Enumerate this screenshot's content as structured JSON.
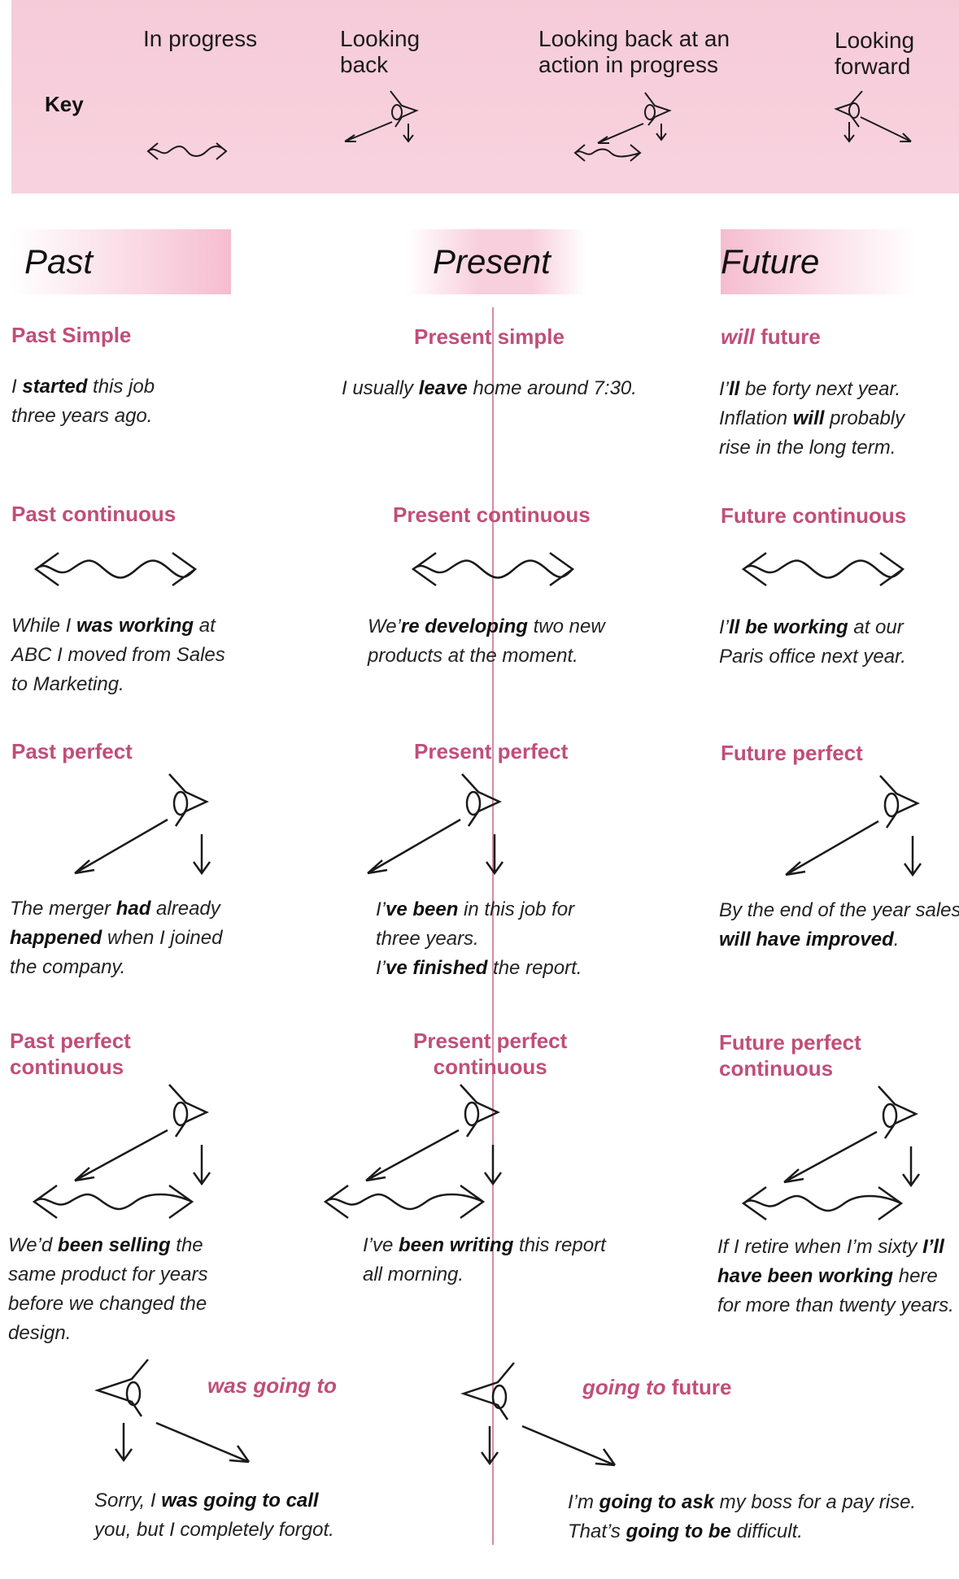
{
  "key": {
    "title": "Key",
    "in_progress": "In progress",
    "looking_back": [
      "Looking",
      "back"
    ],
    "looking_back_action": [
      "Looking back at an",
      "action in progress"
    ],
    "looking_forward": [
      "Looking",
      "forward"
    ]
  },
  "columns": {
    "past": "Past",
    "present": "Present",
    "future": "Future"
  },
  "tenses": {
    "past_simple": {
      "heading": "Past Simple",
      "lines": [
        [
          {
            "t": "I "
          },
          {
            "t": "started",
            "b": true
          },
          {
            "t": " this job"
          }
        ],
        [
          {
            "t": "three years ago."
          }
        ]
      ]
    },
    "present_simple": {
      "heading": "Present simple",
      "lines": [
        [
          {
            "t": "I usually "
          },
          {
            "t": "leave",
            "b": true
          },
          {
            "t": " home around 7:30."
          }
        ]
      ]
    },
    "will_future": {
      "heading_em": "will",
      "heading_rest": " future",
      "lines": [
        [
          {
            "t": "I’"
          },
          {
            "t": "ll",
            "b": true
          },
          {
            "t": " be forty next year."
          }
        ],
        [
          {
            "t": "Inflation "
          },
          {
            "t": "will",
            "b": true
          },
          {
            "t": " probably"
          }
        ],
        [
          {
            "t": "rise in the long term."
          }
        ]
      ]
    },
    "past_continuous": {
      "heading": "Past continuous",
      "lines": [
        [
          {
            "t": "While I "
          },
          {
            "t": "was working",
            "b": true
          },
          {
            "t": " at"
          }
        ],
        [
          {
            "t": "ABC I moved from Sales"
          }
        ],
        [
          {
            "t": "to Marketing."
          }
        ]
      ]
    },
    "present_continuous": {
      "heading": "Present continuous",
      "lines": [
        [
          {
            "t": "We’"
          },
          {
            "t": "re developing",
            "b": true
          },
          {
            "t": " two new"
          }
        ],
        [
          {
            "t": "products at the moment."
          }
        ]
      ]
    },
    "future_continuous": {
      "heading": "Future continuous",
      "lines": [
        [
          {
            "t": "I’"
          },
          {
            "t": "ll be working",
            "b": true
          },
          {
            "t": " at our"
          }
        ],
        [
          {
            "t": "Paris office next year."
          }
        ]
      ]
    },
    "past_perfect": {
      "heading": "Past perfect",
      "lines": [
        [
          {
            "t": "The merger "
          },
          {
            "t": "had",
            "b": true
          },
          {
            "t": " already"
          }
        ],
        [
          {
            "t": "happened",
            "b": true
          },
          {
            "t": " when I joined"
          }
        ],
        [
          {
            "t": "the company."
          }
        ]
      ]
    },
    "present_perfect": {
      "heading": "Present perfect",
      "lines": [
        [
          {
            "t": "I’"
          },
          {
            "t": "ve been",
            "b": true
          },
          {
            "t": " in this job for"
          }
        ],
        [
          {
            "t": "three years."
          }
        ],
        [
          {
            "t": "I’"
          },
          {
            "t": "ve finished",
            "b": true
          },
          {
            "t": " the report."
          }
        ]
      ]
    },
    "future_perfect": {
      "heading": "Future perfect",
      "lines": [
        [
          {
            "t": "By the end of the year sales"
          }
        ],
        [
          {
            "t": "will have improved",
            "b": true
          },
          {
            "t": "."
          }
        ]
      ]
    },
    "past_perfect_continuous": {
      "heading_lines": [
        "Past perfect",
        "continuous"
      ],
      "lines": [
        [
          {
            "t": "We’d "
          },
          {
            "t": "been selling",
            "b": true
          },
          {
            "t": " the"
          }
        ],
        [
          {
            "t": "same product for years"
          }
        ],
        [
          {
            "t": "before we changed the"
          }
        ],
        [
          {
            "t": "design."
          }
        ]
      ]
    },
    "present_perfect_continuous": {
      "heading_lines": [
        "Present perfect",
        "continuous"
      ],
      "lines": [
        [
          {
            "t": "I’ve "
          },
          {
            "t": "been writing",
            "b": true
          },
          {
            "t": " this report"
          }
        ],
        [
          {
            "t": "all morning."
          }
        ]
      ]
    },
    "future_perfect_continuous": {
      "heading_lines": [
        "Future perfect",
        "continuous"
      ],
      "lines": [
        [
          {
            "t": "If I retire when I’m sixty "
          },
          {
            "t": "I’ll",
            "b": true
          }
        ],
        [
          {
            "t": "have been working",
            "b": true
          },
          {
            "t": " here"
          }
        ],
        [
          {
            "t": "for more than twenty years."
          }
        ]
      ]
    },
    "was_going_to": {
      "heading": "was going to",
      "lines": [
        [
          {
            "t": "Sorry, I "
          },
          {
            "t": "was going to call",
            "b": true
          }
        ],
        [
          {
            "t": "you, but I completely forgot."
          }
        ]
      ]
    },
    "going_to_future": {
      "heading_em": "going to",
      "heading_rest": " future",
      "lines": [
        [
          {
            "t": "I’m "
          },
          {
            "t": "going to ask",
            "b": true
          },
          {
            "t": " my boss for a pay rise."
          }
        ],
        [
          {
            "t": "That’s "
          },
          {
            "t": "going to be",
            "b": true
          },
          {
            "t": " difficult."
          }
        ]
      ]
    }
  },
  "icons": {
    "wavy": "wavy-double-arrow-icon",
    "eye": "eye-icon",
    "arrow": "arrow-icon"
  },
  "colors": {
    "key_band": "#f6cbd9",
    "heading_pink": "#c14e78",
    "center_line": "#d88aa5"
  }
}
